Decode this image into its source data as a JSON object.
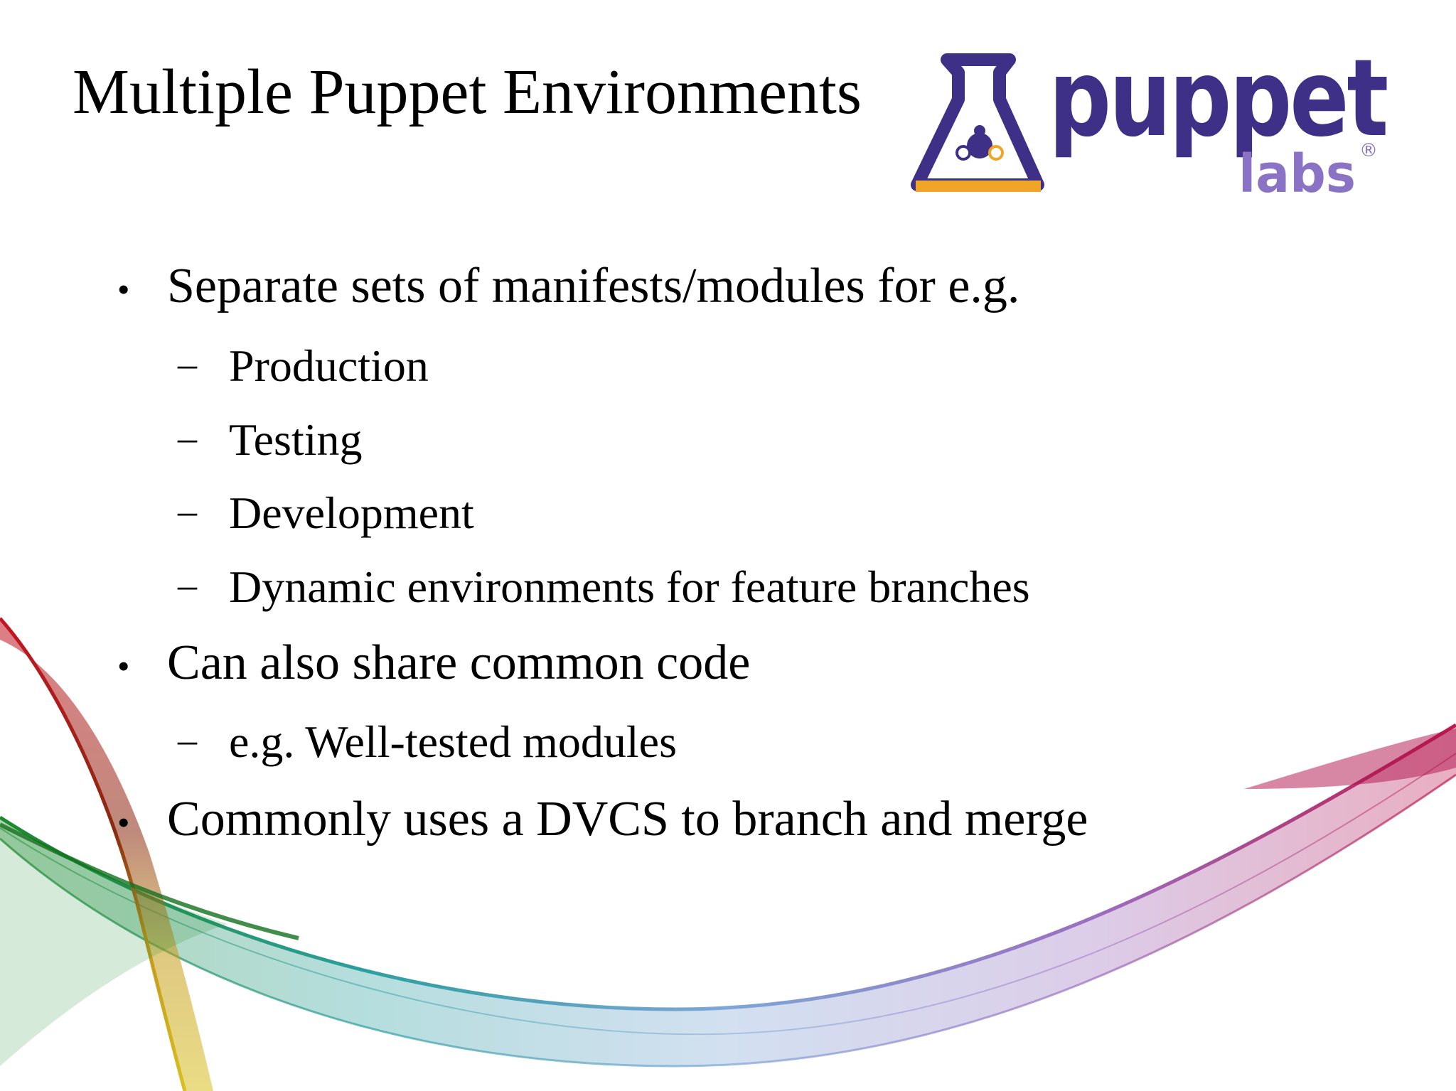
{
  "slide": {
    "title": "Multiple Puppet Environments",
    "logo": {
      "word": "puppet",
      "sub": "labs",
      "mark": "®",
      "icon": "flask-icon",
      "colors": {
        "brand": "#3e2f87",
        "sub": "#8a73c4",
        "accent": "#f0a526"
      }
    },
    "bullets": [
      {
        "marker": "•",
        "text": "Separate sets of manifests/modules for e.g.",
        "children": [
          {
            "marker": "–",
            "text": "Production"
          },
          {
            "marker": "–",
            "text": "Testing"
          },
          {
            "marker": "–",
            "text": "Development"
          },
          {
            "marker": "–",
            "text": "Dynamic environments for feature branches"
          }
        ]
      },
      {
        "marker": "•",
        "text": "Can also share common code",
        "children": [
          {
            "marker": "–",
            "text": "e.g. Well-tested modules"
          }
        ]
      },
      {
        "marker": "•",
        "text": "Commonly uses a DVCS to branch and merge",
        "children": []
      }
    ]
  }
}
